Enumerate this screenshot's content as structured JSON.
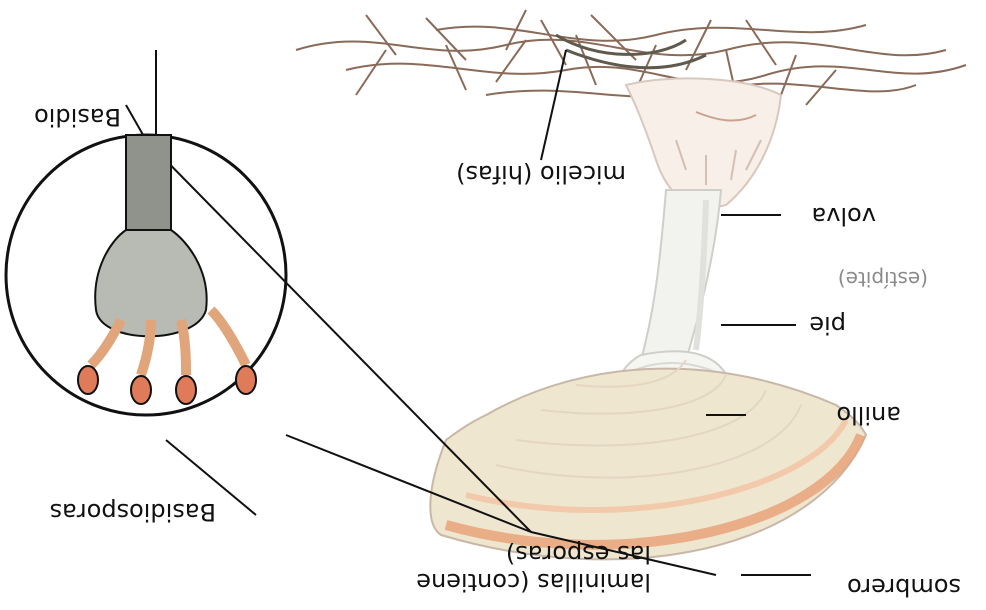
{
  "diagram": {
    "orientation": "rotated-180",
    "labels": {
      "sombrero": "sombrero",
      "laminillas": "laminillas (contiene\nlas esporas)",
      "anillo": "anillo",
      "pie": "pie",
      "estipite": "(estípite)",
      "volva": "volva",
      "micelio": "micelio (hifas)",
      "basidio": "Basidio",
      "basidiosporas": "Basidiosporas"
    },
    "colors": {
      "cap_rim": "#e8a37a",
      "cap_gills": "#efe6cf",
      "stem": "#f2f2ef",
      "hyphae": "#8a6a58",
      "spore": "#e07b5a",
      "line": "#111111"
    }
  }
}
